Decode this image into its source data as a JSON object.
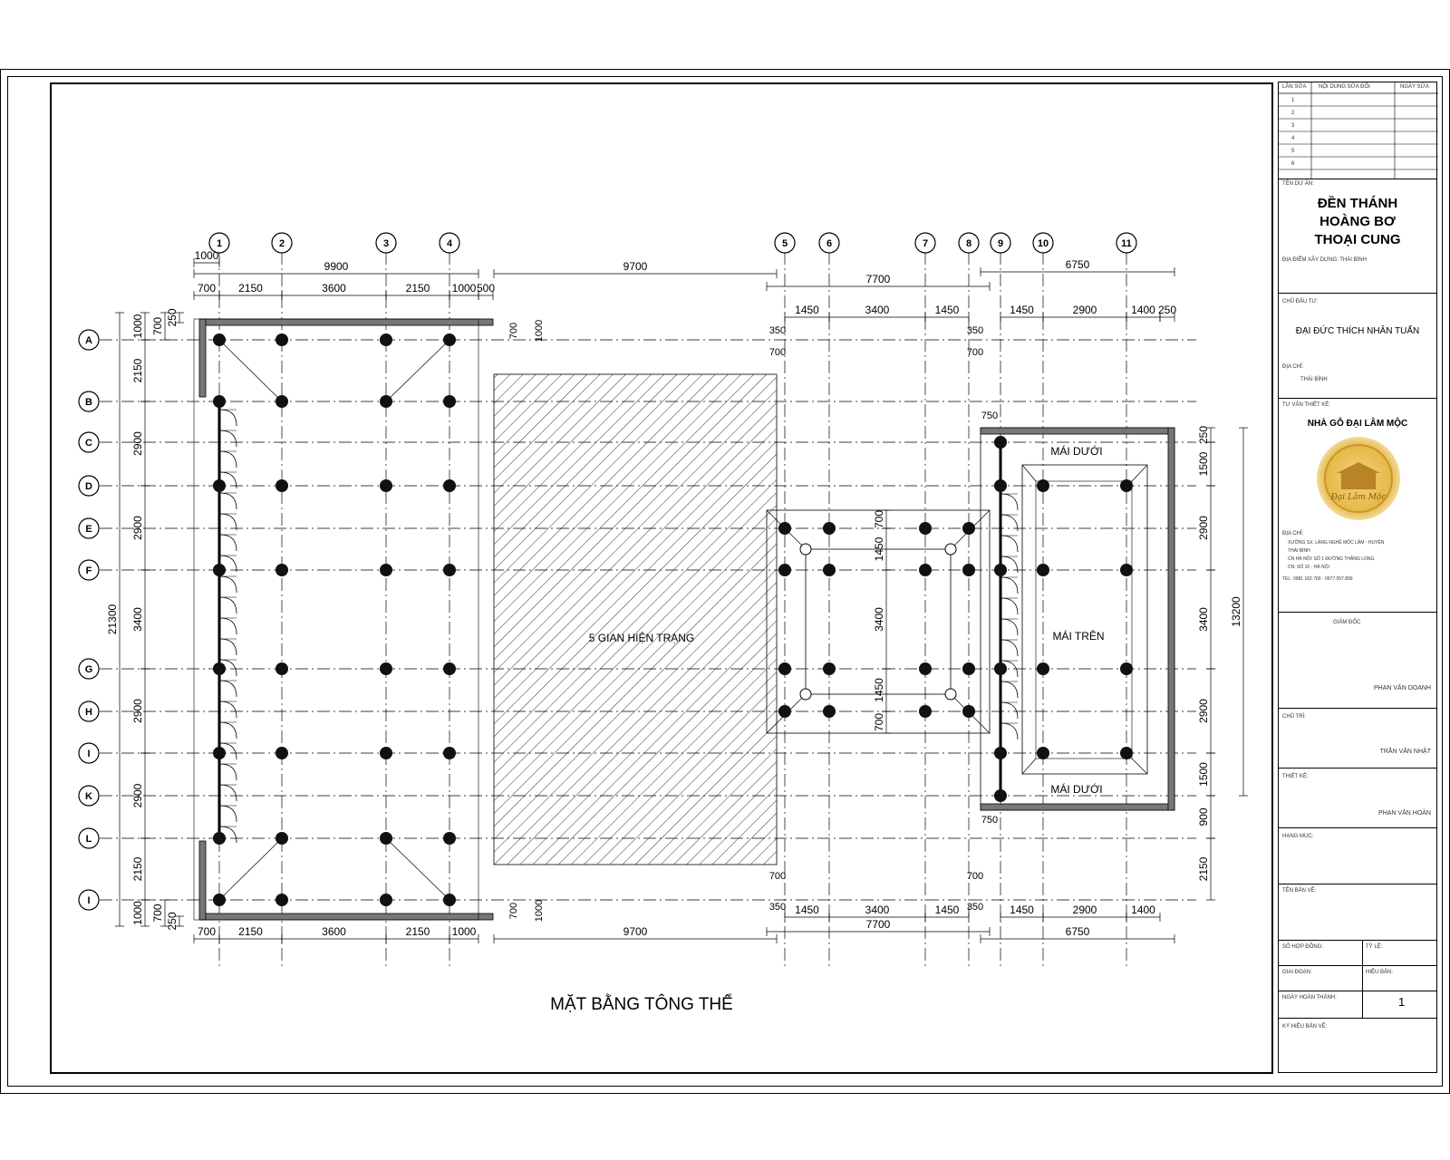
{
  "drawing": {
    "title": "MẶT BẰNG TÔNG THỂ",
    "existing_label": "5 GIAN HIỆN TRẠNG",
    "roof_lower_top": "MÁI DƯỚI",
    "roof_upper": "MÁI TRÊN",
    "roof_lower_bottom": "MÁI DƯỚI",
    "col_axes": [
      "1",
      "2",
      "3",
      "4",
      "5",
      "6",
      "7",
      "8",
      "9",
      "10",
      "11"
    ],
    "row_axes": [
      "A",
      "B",
      "C",
      "D",
      "E",
      "F",
      "G",
      "H",
      "I",
      "K",
      "L",
      "I"
    ],
    "top_dims_left_total": "9900",
    "top_dims_left_first": "1000",
    "top_dims_left": [
      "700",
      "2150",
      "3600",
      "2150",
      "1000",
      "500"
    ],
    "top_dims_gap": "9700",
    "top_dims_mid_total": "7700",
    "top_dims_mid": [
      "1450",
      "3400",
      "1450"
    ],
    "top_dims_right_total": "6750",
    "top_dims_right": [
      "1450",
      "2900",
      "1400",
      "250"
    ],
    "bottom_dims_left": [
      "700",
      "2150",
      "3600",
      "2150",
      "1000"
    ],
    "bottom_dims_gap": "9700",
    "bottom_dims_mid": [
      "1450",
      "3400",
      "1450"
    ],
    "bottom_dims_mid_total": "7700",
    "bottom_dims_right": [
      "1450",
      "2900",
      "1400"
    ],
    "bottom_dims_right_total": "6750",
    "left_dims": [
      "1000",
      "2150",
      "2900",
      "2900",
      "3400",
      "2900",
      "2900",
      "2150",
      "1000"
    ],
    "left_dims_inner": [
      "700",
      "250",
      "700",
      "250"
    ],
    "left_total": "21300",
    "right_dims": [
      "250",
      "1500",
      "2900",
      "3400",
      "2900",
      "1500",
      "900",
      "2150"
    ],
    "right_total": "13200",
    "mid_vert_dims": [
      "700",
      "1450",
      "3400",
      "1450",
      "700"
    ],
    "small_dims": [
      "350",
      "700",
      "350",
      "700",
      "750",
      "750",
      "700",
      "700",
      "350",
      "350",
      "700",
      "1000",
      "700",
      "1000"
    ]
  },
  "titleblock": {
    "rev_headers": [
      "LẦN SỬA",
      "NỘI DUNG SỬA ĐỔI",
      "NGÀY SỬA"
    ],
    "rev_rows": [
      "1",
      "2",
      "3",
      "4",
      "5",
      "6"
    ],
    "project_label": "TÊN DỰ ÁN:",
    "project_name_1": "ĐỀN THÁNH",
    "project_name_2": "HOÀNG BƠ",
    "project_name_3": "THOẠI CUNG",
    "project_location": "ĐỊA ĐIỂM XÂY DỰNG: THÁI BÌNH",
    "owner_label": "CHỦ ĐẦU TƯ:",
    "owner_name": "ĐẠI ĐỨC THÍCH NHÂN TUẤN",
    "owner_addr_label": "ĐỊA CHỈ:",
    "owner_addr": "THÁI BÌNH",
    "designer_label": "TƯ VẤN THIẾT KẾ:",
    "designer_name": "NHÀ GỖ ĐẠI LÂM MỘC",
    "seal_text": "Đại Lâm Mộc",
    "designer_addr_label": "ĐỊA CHỈ:",
    "designer_addr_1": "XƯỞNG SX: LÀNG NGHỀ MỘC LÂM - HUYỆN",
    "designer_addr_2": "THÁI BÌNH",
    "designer_addr_3": "CN HÀ NỘI: SỐ 1 ĐƯỜNG THĂNG LONG",
    "designer_addr_4": "CN: SỐ 10 - HÀ NỘI",
    "designer_tel": "TEL: 0981 162.769 - 0977.057.899",
    "director_label": "GIÁM ĐỐC",
    "director_name": "PHAN VĂN DOANH",
    "chairman_label": "CHỦ TRÌ:",
    "chairman_name": "TRẦN VĂN NHẬT",
    "designer2_label": "THIẾT KẾ:",
    "designer2_name": "PHAN VĂN HOÀN",
    "category_label": "HẠNG MỤC:",
    "sheet_label": "TÊN BẢN VẼ:",
    "contract_label": "SỐ HỢP ĐỒNG:",
    "scale_label": "TỶ LỆ:",
    "phase_label": "GIAI ĐOẠN:",
    "sheet_no_label": "HIỆU BẢN:",
    "date_label": "NGÀY HOÀN THÀNH:",
    "sheet_no": "1",
    "file_label": "KÝ HIỆU BẢN VẼ:"
  }
}
